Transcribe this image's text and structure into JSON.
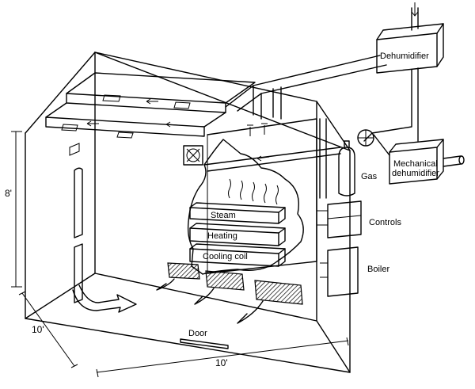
{
  "labels": {
    "dehumidifier": "Dehumidifier",
    "mechanical_line1": "Mechanical",
    "mechanical_line2": "dehumidifier",
    "gas": "Gas",
    "controls": "Controls",
    "boiler": "Boiler",
    "steam": "Steam",
    "heating": "Heating",
    "cooling_coil": "Cooling coil",
    "door": "Door"
  },
  "dimensions": {
    "height": "8'",
    "depth": "10'",
    "width": "10'"
  }
}
